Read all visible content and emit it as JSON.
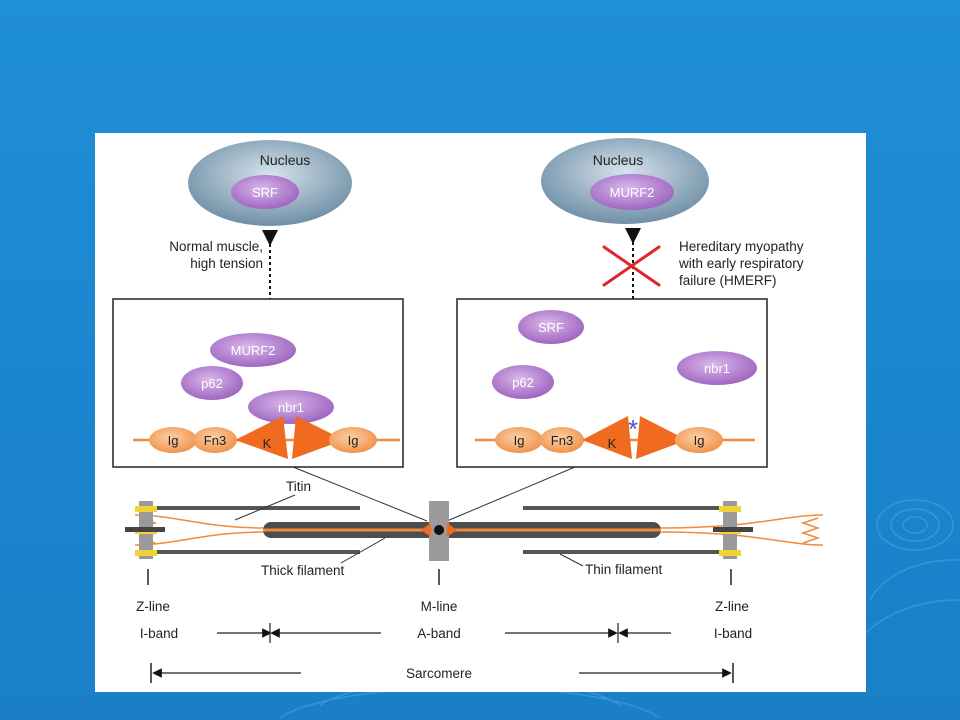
{
  "colors": {
    "background": "#1d8ad3",
    "nucleus_fill": "#8aa8bd",
    "protein_purple": "#b57fd0",
    "domain_orange": "#f4a25e",
    "kinase_orange": "#f06a1f",
    "cross_red": "#e0252a",
    "star_blue": "#4f55c8"
  },
  "diagram": {
    "left": {
      "nucleus_label": "Nucleus",
      "nucleus_protein": "SRF",
      "condition_label_line1": "Normal muscle,",
      "condition_label_line2": "high tension",
      "proteins": [
        "MURF2",
        "p62",
        "nbr1"
      ],
      "titin_domains": [
        "Ig",
        "Fn3",
        "K",
        "Ig"
      ]
    },
    "right": {
      "nucleus_label": "Nucleus",
      "nucleus_protein": "MURF2",
      "condition_label_line1": "Hereditary myopathy",
      "condition_label_line2": "with early respiratory",
      "condition_label_line3": "failure (HMERF)",
      "proteins": [
        "SRF",
        "p62",
        "nbr1"
      ],
      "titin_domains": [
        "Ig",
        "Fn3",
        "K",
        "Ig"
      ],
      "mutation_marker": "*"
    },
    "sarcomere": {
      "titin_label": "Titin",
      "thick_filament_label": "Thick filament",
      "thin_filament_label": "Thin filament",
      "z_line_left": "Z-line",
      "m_line": "M-line",
      "z_line_right": "Z-line",
      "i_band_left": "I-band",
      "a_band": "A-band",
      "i_band_right": "I-band",
      "sarcomere_label": "Sarcomere"
    }
  }
}
